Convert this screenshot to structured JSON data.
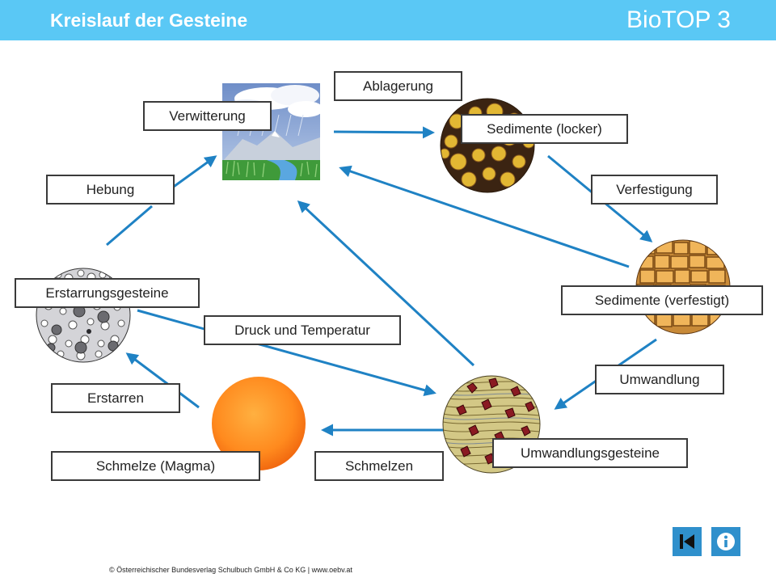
{
  "header": {
    "title": "Kreislauf der Gesteine",
    "brand": "BioTOP 3"
  },
  "diagram": {
    "labels": {
      "ablagerung": "Ablagerung",
      "verwitterung": "Verwitterung",
      "sedimente_locker": "Sedimente (locker)",
      "hebung": "Hebung",
      "verfestigung": "Verfestigung",
      "erstarrungsgesteine": "Erstarrungsgesteine",
      "sedimente_verfestigt": "Sedimente (verfestigt)",
      "druck_temperatur": "Druck und Temperatur",
      "umwandlung": "Umwandlung",
      "erstarren": "Erstarren",
      "umwandlungsgesteine": "Umwandlungsgesteine",
      "schmelze": "Schmelze (Magma)",
      "schmelzen": "Schmelzen"
    },
    "arrow_color": "#1f82c4",
    "icons": [
      "landscape-icon",
      "loose-sediment-icon",
      "solid-sediment-icon",
      "igneous-rock-icon",
      "magma-icon",
      "metamorphic-rock-icon"
    ]
  },
  "footer": {
    "copyright": "© Österreichischer Bundesverlag Schulbuch GmbH & Co KG | www.oebv.at",
    "accent": "#2f90cc"
  }
}
